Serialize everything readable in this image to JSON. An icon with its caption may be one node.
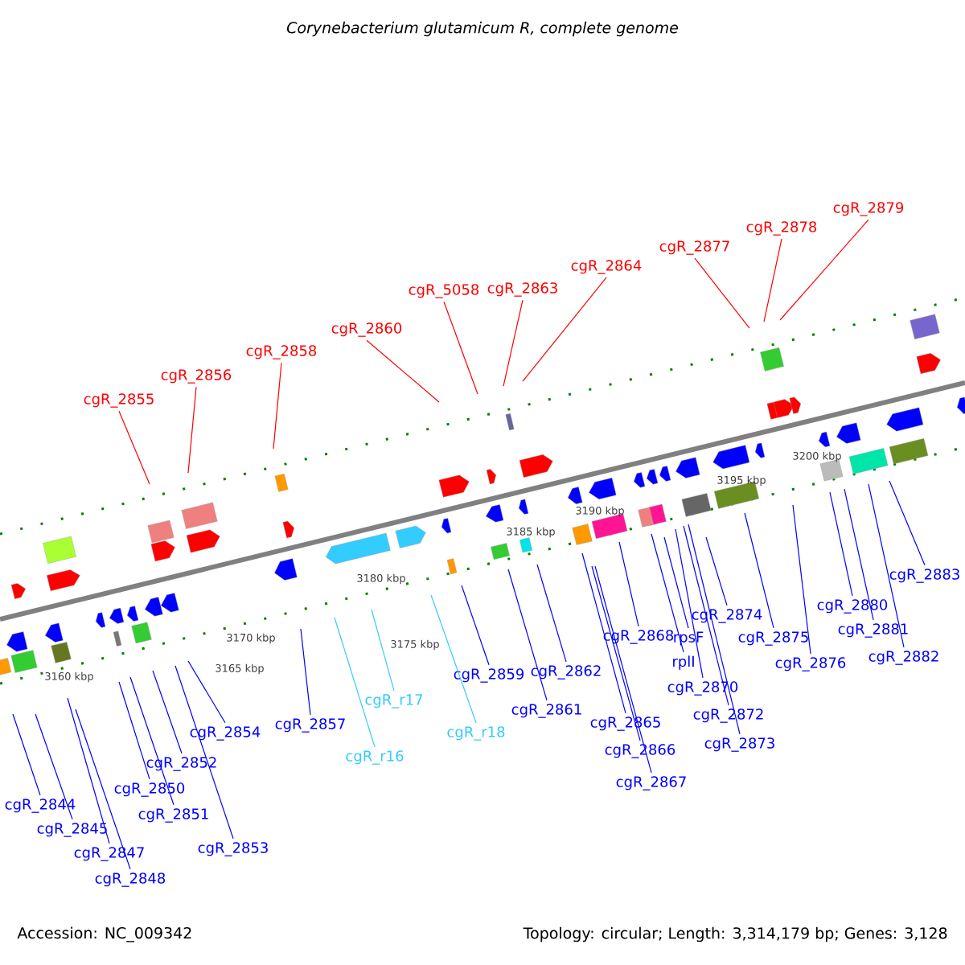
{
  "diagram": {
    "title": "Corynebacterium glutamicum R, complete genome",
    "nodes": [
      {
        "text": [
          "cgR_2855"
        ]
      },
      {
        "text": [
          "cgR_2856"
        ]
      },
      {
        "text": [
          "cgR_2858"
        ]
      },
      {
        "text": [
          "cgR_2860"
        ]
      },
      {
        "text": [
          "cgR_5058"
        ]
      },
      {
        "text": [
          "cgR_2863"
        ]
      },
      {
        "text": [
          "cgR_2864"
        ]
      },
      {
        "text": [
          "cgR_2877"
        ]
      },
      {
        "text": [
          "cgR_2878"
        ]
      },
      {
        "text": [
          "cgR_2879"
        ]
      },
      {
        "text": [
          "cgR_2844"
        ]
      },
      {
        "text": [
          "cgR_2845"
        ]
      },
      {
        "text": [
          "cgR_2847"
        ]
      },
      {
        "text": [
          "cgR_2848"
        ]
      },
      {
        "text": [
          "cgR_2850"
        ]
      },
      {
        "text": [
          "cgR_2851"
        ]
      },
      {
        "text": [
          "cgR_2852"
        ]
      },
      {
        "text": [
          "cgR_2853"
        ]
      },
      {
        "text": [
          "cgR_2854"
        ]
      },
      {
        "text": [
          "cgR_2857"
        ]
      },
      {
        "text": [
          "cgR_r16"
        ]
      },
      {
        "text": [
          "cgR_r17"
        ]
      },
      {
        "text": [
          "cgR_r18"
        ]
      },
      {
        "text": [
          "cgR_2859"
        ]
      },
      {
        "text": [
          "cgR_2861"
        ]
      },
      {
        "text": [
          "cgR_2862"
        ]
      },
      {
        "text": [
          "cgR_2865"
        ]
      },
      {
        "text": [
          "cgR_2866"
        ]
      },
      {
        "text": [
          "cgR_2867"
        ]
      },
      {
        "text": [
          "cgR_2868"
        ]
      },
      {
        "text": [
          "rpsF"
        ]
      },
      {
        "text": [
          "rplI"
        ]
      },
      {
        "text": [
          "cgR_2870"
        ]
      },
      {
        "text": [
          "cgR_2872"
        ]
      },
      {
        "text": [
          "cgR_2873"
        ]
      },
      {
        "text": [
          "cgR_2874"
        ]
      },
      {
        "text": [
          "cgR_2875"
        ]
      },
      {
        "text": [
          "cgR_2876"
        ]
      },
      {
        "text": [
          "cgR_2880"
        ]
      },
      {
        "text": [
          "cgR_2881"
        ]
      },
      {
        "text": [
          "cgR_2882"
        ]
      },
      {
        "text": [
          "cgR_2883"
        ]
      }
    ],
    "edges": [
      {
        "from": 0,
        "to": null,
        "arrow": "none",
        "color": "#ff0000"
      },
      {
        "from": 1,
        "to": null,
        "arrow": "none",
        "color": "#ff0000"
      },
      {
        "from": 2,
        "to": null,
        "arrow": "none",
        "color": "#ff0000"
      },
      {
        "from": 3,
        "to": null,
        "arrow": "none",
        "color": "#ff0000"
      },
      {
        "from": 4,
        "to": null,
        "arrow": "none",
        "color": "#ff0000"
      },
      {
        "from": 5,
        "to": null,
        "arrow": "none",
        "color": "#ff0000"
      },
      {
        "from": 6,
        "to": null,
        "arrow": "none",
        "color": "#ff0000"
      },
      {
        "from": 7,
        "to": null,
        "arrow": "none",
        "color": "#ff0000"
      },
      {
        "from": 8,
        "to": null,
        "arrow": "none",
        "color": "#ff0000"
      },
      {
        "from": 9,
        "to": null,
        "arrow": "none",
        "color": "#ff0000"
      },
      {
        "from": 10,
        "to": null,
        "arrow": "none"
      },
      {
        "from": 11,
        "to": null,
        "arrow": "none"
      },
      {
        "from": 12,
        "to": null,
        "arrow": "none"
      },
      {
        "from": 13,
        "to": null,
        "arrow": "none"
      },
      {
        "from": 14,
        "to": null,
        "arrow": "none"
      },
      {
        "from": 15,
        "to": null,
        "arrow": "none"
      },
      {
        "from": 16,
        "to": null,
        "arrow": "none"
      },
      {
        "from": 17,
        "to": null,
        "arrow": "none"
      },
      {
        "from": 18,
        "to": null,
        "arrow": "none"
      },
      {
        "from": 19,
        "to": null,
        "arrow": "none"
      },
      {
        "from": 20,
        "to": null,
        "arrow": "none",
        "color": "#33ccff"
      },
      {
        "from": 21,
        "to": null,
        "arrow": "none",
        "color": "#33ccff"
      },
      {
        "from": 22,
        "to": null,
        "arrow": "none",
        "color": "#33ccff"
      },
      {
        "from": 23,
        "to": null,
        "arrow": "none"
      },
      {
        "from": 24,
        "to": null,
        "arrow": "none"
      },
      {
        "from": 25,
        "to": null,
        "arrow": "none"
      },
      {
        "from": 26,
        "to": null,
        "arrow": "none"
      },
      {
        "from": 27,
        "to": null,
        "arrow": "none"
      },
      {
        "from": 28,
        "to": null,
        "arrow": "none"
      },
      {
        "from": 29,
        "to": null,
        "arrow": "none"
      },
      {
        "from": 30,
        "to": null,
        "arrow": "none"
      },
      {
        "from": 31,
        "to": null,
        "arrow": "none"
      },
      {
        "from": 32,
        "to": null,
        "arrow": "none"
      },
      {
        "from": 33,
        "to": null,
        "arrow": "none"
      },
      {
        "from": 34,
        "to": null,
        "arrow": "none"
      },
      {
        "from": 35,
        "to": null,
        "arrow": "none"
      },
      {
        "from": 36,
        "to": null,
        "arrow": "none"
      },
      {
        "from": 37,
        "to": null,
        "arrow": "none"
      },
      {
        "from": 38,
        "to": null,
        "arrow": "none"
      },
      {
        "from": 39,
        "to": null,
        "arrow": "none"
      },
      {
        "from": 40,
        "to": null,
        "arrow": "none"
      },
      {
        "from": 41,
        "to": null,
        "arrow": "none"
      }
    ],
    "labels": [
      "3160 kbp",
      "3165 kbp",
      "3170 kbp",
      "3175 kbp",
      "3180 kbp",
      "3185 kbp",
      "3190 kbp",
      "3195 kbp",
      "3200 kbp",
      "Accession: NC_009342",
      "Topology: circular; Length: 3,314,179 bp; Genes: 3,128"
    ]
  }
}
